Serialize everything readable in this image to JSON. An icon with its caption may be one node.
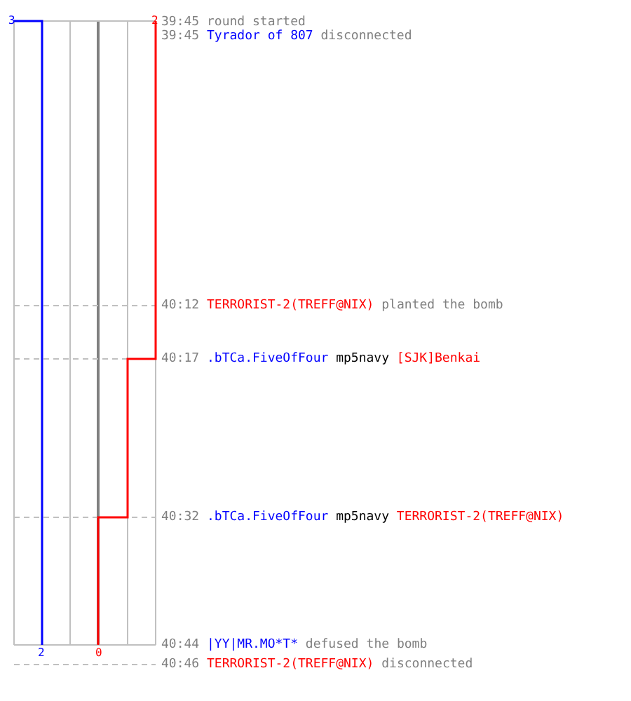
{
  "diagram": {
    "labels": [
      "3",
      "2",
      "39:45",
      "round started",
      "39:45",
      "Tyrador of 807",
      "disconnected",
      "40:12",
      "TERRORIST-2(TREFF@NIX)",
      "planted the bomb",
      "40:17",
      ".bTCa.FiveOfFour",
      "mp5navy",
      "[SJK]Benkai",
      "40:32",
      ".bTCa.FiveOfFour",
      "mp5navy",
      "TERRORIST-2(TREFF@NIX)",
      "40:44",
      "|YY|MR.MO*T*",
      "defused the bomb",
      "2",
      "0",
      "40:46",
      "TERRORIST-2(TREFF@NIX)",
      "disconnected"
    ]
  }
}
